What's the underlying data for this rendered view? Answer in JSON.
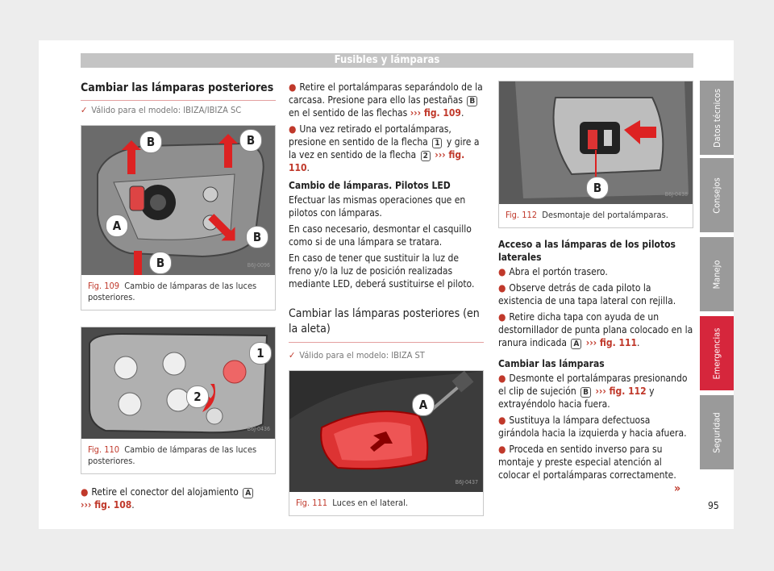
{
  "header": "Fusibles y lámparas",
  "col1": {
    "title": "Cambiar las lámparas posteriores",
    "valid": "Válido para el modelo: IBIZA/IBIZA SC",
    "fig109": {
      "num": "Fig. 109",
      "caption": "Cambio de lámparas de las luces posteriores.",
      "code": "B6J-0096"
    },
    "fig110": {
      "num": "Fig. 110",
      "caption": "Cambio de lámparas de las luces posteriores.",
      "code": "B6J-0436"
    },
    "bullet1_pre": "Retire el conector del alojamiento",
    "bullet1_letter": "A",
    "bullet1_ref": "››› fig. 108",
    "bullet1_post": "."
  },
  "col2": {
    "b1_pre": "Retire el portalámparas separándolo de la carcasa. Presione para ello las pestañas",
    "b1_letter": "B",
    "b1_mid": "en el sentido de las flechas",
    "b1_ref": "››› fig. 109",
    "b1_post": ".",
    "b2_pre": "Una vez retirado el portalámparas, presione en sentido de la flecha",
    "b2_n1": "1",
    "b2_mid": "y gire a la vez en sentido de la flecha",
    "b2_n2": "2",
    "b2_ref": "››› fig. 110",
    "b2_post": ".",
    "led_title": "Cambio de lámparas. Pilotos LED",
    "led_p1": "Efectuar las mismas operaciones que en pilotos con lámparas.",
    "led_p2": "En caso necesario, desmontar el casquillo como si de una lámpara se tratara.",
    "led_p3": "En caso de tener que sustituir la luz de freno y/o la luz de posición realizadas mediante LED, deberá sustituirse el piloto.",
    "title2": "Cambiar las lámparas posteriores (en la aleta)",
    "valid2": "Válido para el modelo: IBIZA ST",
    "fig111": {
      "num": "Fig. 111",
      "caption": "Luces en el lateral.",
      "code": "B6J-0437"
    }
  },
  "col3": {
    "fig112": {
      "num": "Fig. 112",
      "caption": "Desmontaje del portalámparas.",
      "code": "B6J-0438"
    },
    "access_title": "Acceso a las lámparas de los pilotos laterales",
    "a1": "Abra el portón trasero.",
    "a2": "Observe detrás de cada piloto la existencia de una tapa lateral con rejilla.",
    "a3_pre": "Retire dicha tapa con ayuda de un destornillador de punta plana colocado en la ranura indicada",
    "a3_letter": "A",
    "a3_ref": "››› fig. 111",
    "a3_post": ".",
    "change_title": "Cambiar las lámparas",
    "c1_pre": "Desmonte el portalámparas presionando el clip de sujeción",
    "c1_letter": "B",
    "c1_ref": "››› fig. 112",
    "c1_post": "y extrayéndolo hacia fuera.",
    "c2": "Sustituya la lámpara defectuosa girándola hacia la izquierda y hacia afuera.",
    "c3": "Proceda en sentido inverso para su montaje y preste especial atención al colocar el portalámparas correctamente."
  },
  "tabs": [
    "Datos técnicos",
    "Consejos",
    "Manejo",
    "Emergencias",
    "Seguridad"
  ],
  "active_tab": "Emergencias",
  "page_number": "95",
  "continue_mark": "»",
  "fig_labels": {
    "A": "A",
    "B": "B",
    "n1": "1",
    "n2": "2"
  }
}
